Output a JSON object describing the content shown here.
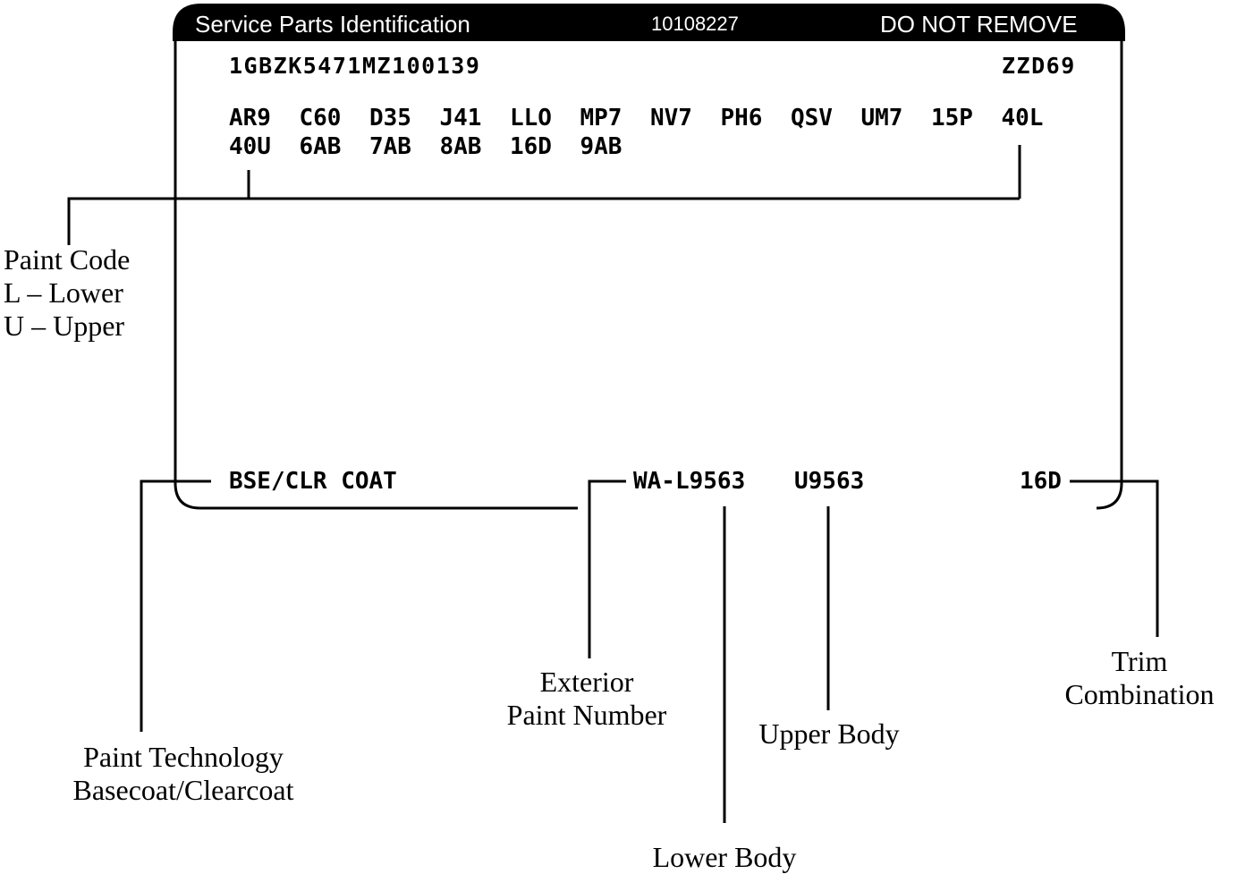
{
  "label": {
    "header": {
      "title": "Service Parts Identification",
      "part_number": "10108227",
      "warning": "DO NOT REMOVE"
    },
    "vin": "1GBZK5471MZ100139",
    "production_code": "ZZD69",
    "option_codes": {
      "row1": [
        "AR9",
        "C60",
        "D35",
        "J41",
        "LLO",
        "MP7",
        "NV7",
        "PH6",
        "QSV",
        "UM7",
        "15P",
        "40L"
      ],
      "row2": [
        "40U",
        "6AB",
        "7AB",
        "8AB",
        "16D",
        "9AB"
      ]
    },
    "paint_technology_code": "BSE/CLR COAT",
    "exterior_paint_code": "WA-L9563",
    "upper_body_code": "U9563",
    "trim_code": "16D"
  },
  "callouts": {
    "paint_code": [
      "Paint Code",
      "L – Lower",
      "U – Upper"
    ],
    "paint_technology": [
      "Paint Technology",
      "Basecoat/Clearcoat"
    ],
    "exterior_paint": [
      "Exterior",
      "Paint Number"
    ],
    "upper_body": "Upper Body",
    "lower_body": "Lower Body",
    "trim": [
      "Trim",
      "Combination"
    ]
  },
  "colors": {
    "ink": "#000000",
    "paper": "#ffffff"
  }
}
